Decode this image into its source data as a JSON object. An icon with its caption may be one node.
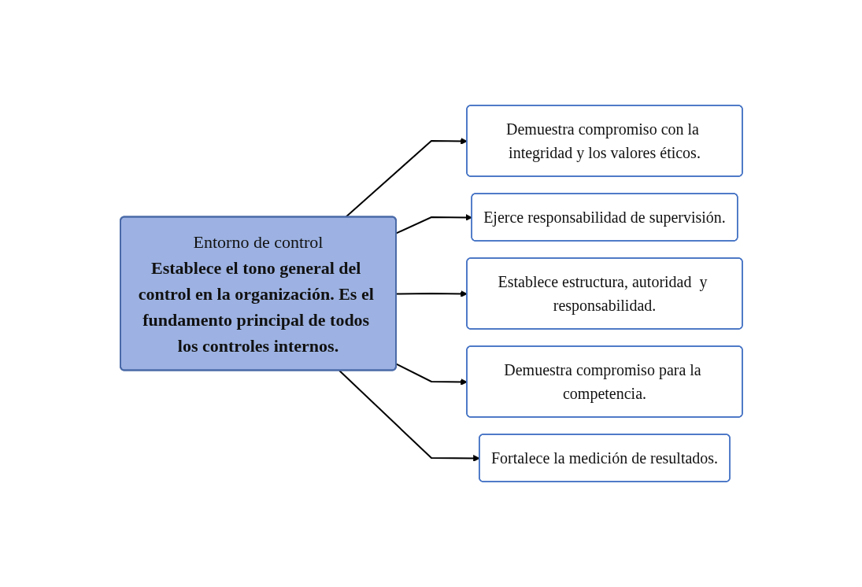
{
  "diagram": {
    "nodes": [
      {
        "text": [
          "Entorno de control",
          "Establece el tono general del control en la organización. Es el fundamento principal de todos los controles internos."
        ]
      },
      {
        "text": [
          "Demuestra compromiso con la integridad y los valores éticos."
        ]
      },
      {
        "text": [
          "Ejerce responsabilidad de supervisión."
        ]
      },
      {
        "text": [
          "Establece estructura, autoridad  y responsabilidad."
        ]
      },
      {
        "text": [
          "Demuestra compromiso para la competencia."
        ]
      },
      {
        "text": [
          "Fortalece la medición de resultados."
        ]
      }
    ],
    "edges": [
      {
        "from": 0,
        "to": 1,
        "arrow": "to"
      },
      {
        "from": 0,
        "to": 2,
        "arrow": "to"
      },
      {
        "from": 0,
        "to": 3,
        "arrow": "to"
      },
      {
        "from": 0,
        "to": 4,
        "arrow": "to"
      },
      {
        "from": 0,
        "to": 5,
        "arrow": "to"
      }
    ]
  }
}
